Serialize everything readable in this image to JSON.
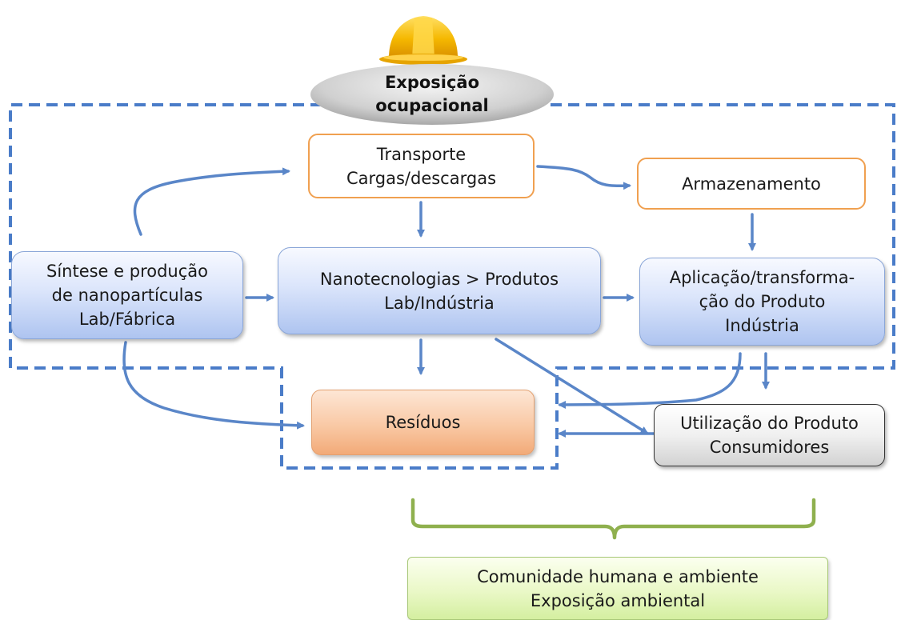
{
  "exposure": {
    "line1": "Exposição",
    "line2": "ocupacional"
  },
  "nodes": {
    "transporte": {
      "line1": "Transporte",
      "line2": "Cargas/descargas"
    },
    "armazenamento": {
      "line1": "Armazenamento"
    },
    "sintese": {
      "line1": "Síntese e produção",
      "line2": "de nanopartículas",
      "line3": "Lab/Fábrica"
    },
    "nanotecnologias": {
      "line1": "Nanotecnologias > Produtos",
      "line2": "Lab/Indústria"
    },
    "aplicacao": {
      "line1": "Aplicação/transforma-",
      "line2": "ção do Produto",
      "line3": "Indústria"
    },
    "residuos": {
      "line1": "Resíduos"
    },
    "utilizacao": {
      "line1": "Utilização do Produto",
      "line2": "Consumidores"
    },
    "comunidade": {
      "line1": "Comunidade humana e ambiente",
      "line2": "Exposição ambiental"
    }
  },
  "colors": {
    "arrow": "#5a86c8",
    "dashed_border": "#4a7cc8",
    "orange_outline": "#f0a050",
    "brace": "#8fb04e",
    "helmet": "#f5b800"
  },
  "icons": {
    "helmet": "hard-hat-icon"
  }
}
